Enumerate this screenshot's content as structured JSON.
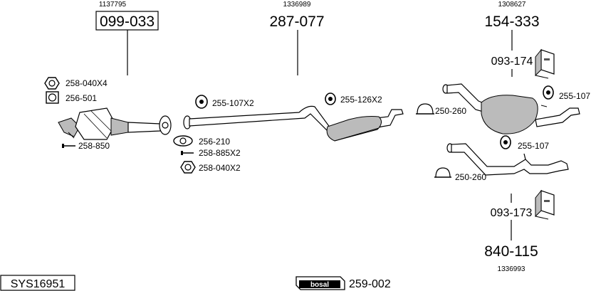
{
  "diagram": {
    "sys_code": "SYS16951",
    "brand_logo": "bosal",
    "brand_part": "259-002",
    "catalyst": {
      "oem": "1137795",
      "part": "099-033"
    },
    "front_pipe": {
      "oem": "1336989",
      "part": "287-077"
    },
    "rear_top": {
      "oem": "1308627",
      "part": "154-333"
    },
    "rear_bottom": {
      "part": "840-115",
      "oem": "1336993"
    },
    "labels": {
      "nut_4": "258-040X4",
      "gasket_cat": "256-501",
      "bolt_cat": "258-850",
      "hanger_front": "255-107X2",
      "gasket_mid": "256-210",
      "bolt_mid": "258-885X2",
      "nut_mid": "258-040X2",
      "hanger_mid": "255-126X2",
      "clamp_top": "250-260",
      "mount_top": "093-174",
      "hanger_top": "255-107",
      "hanger_bottom": "255-107",
      "clamp_bottom": "250-260",
      "mount_bottom": "093-173"
    }
  }
}
